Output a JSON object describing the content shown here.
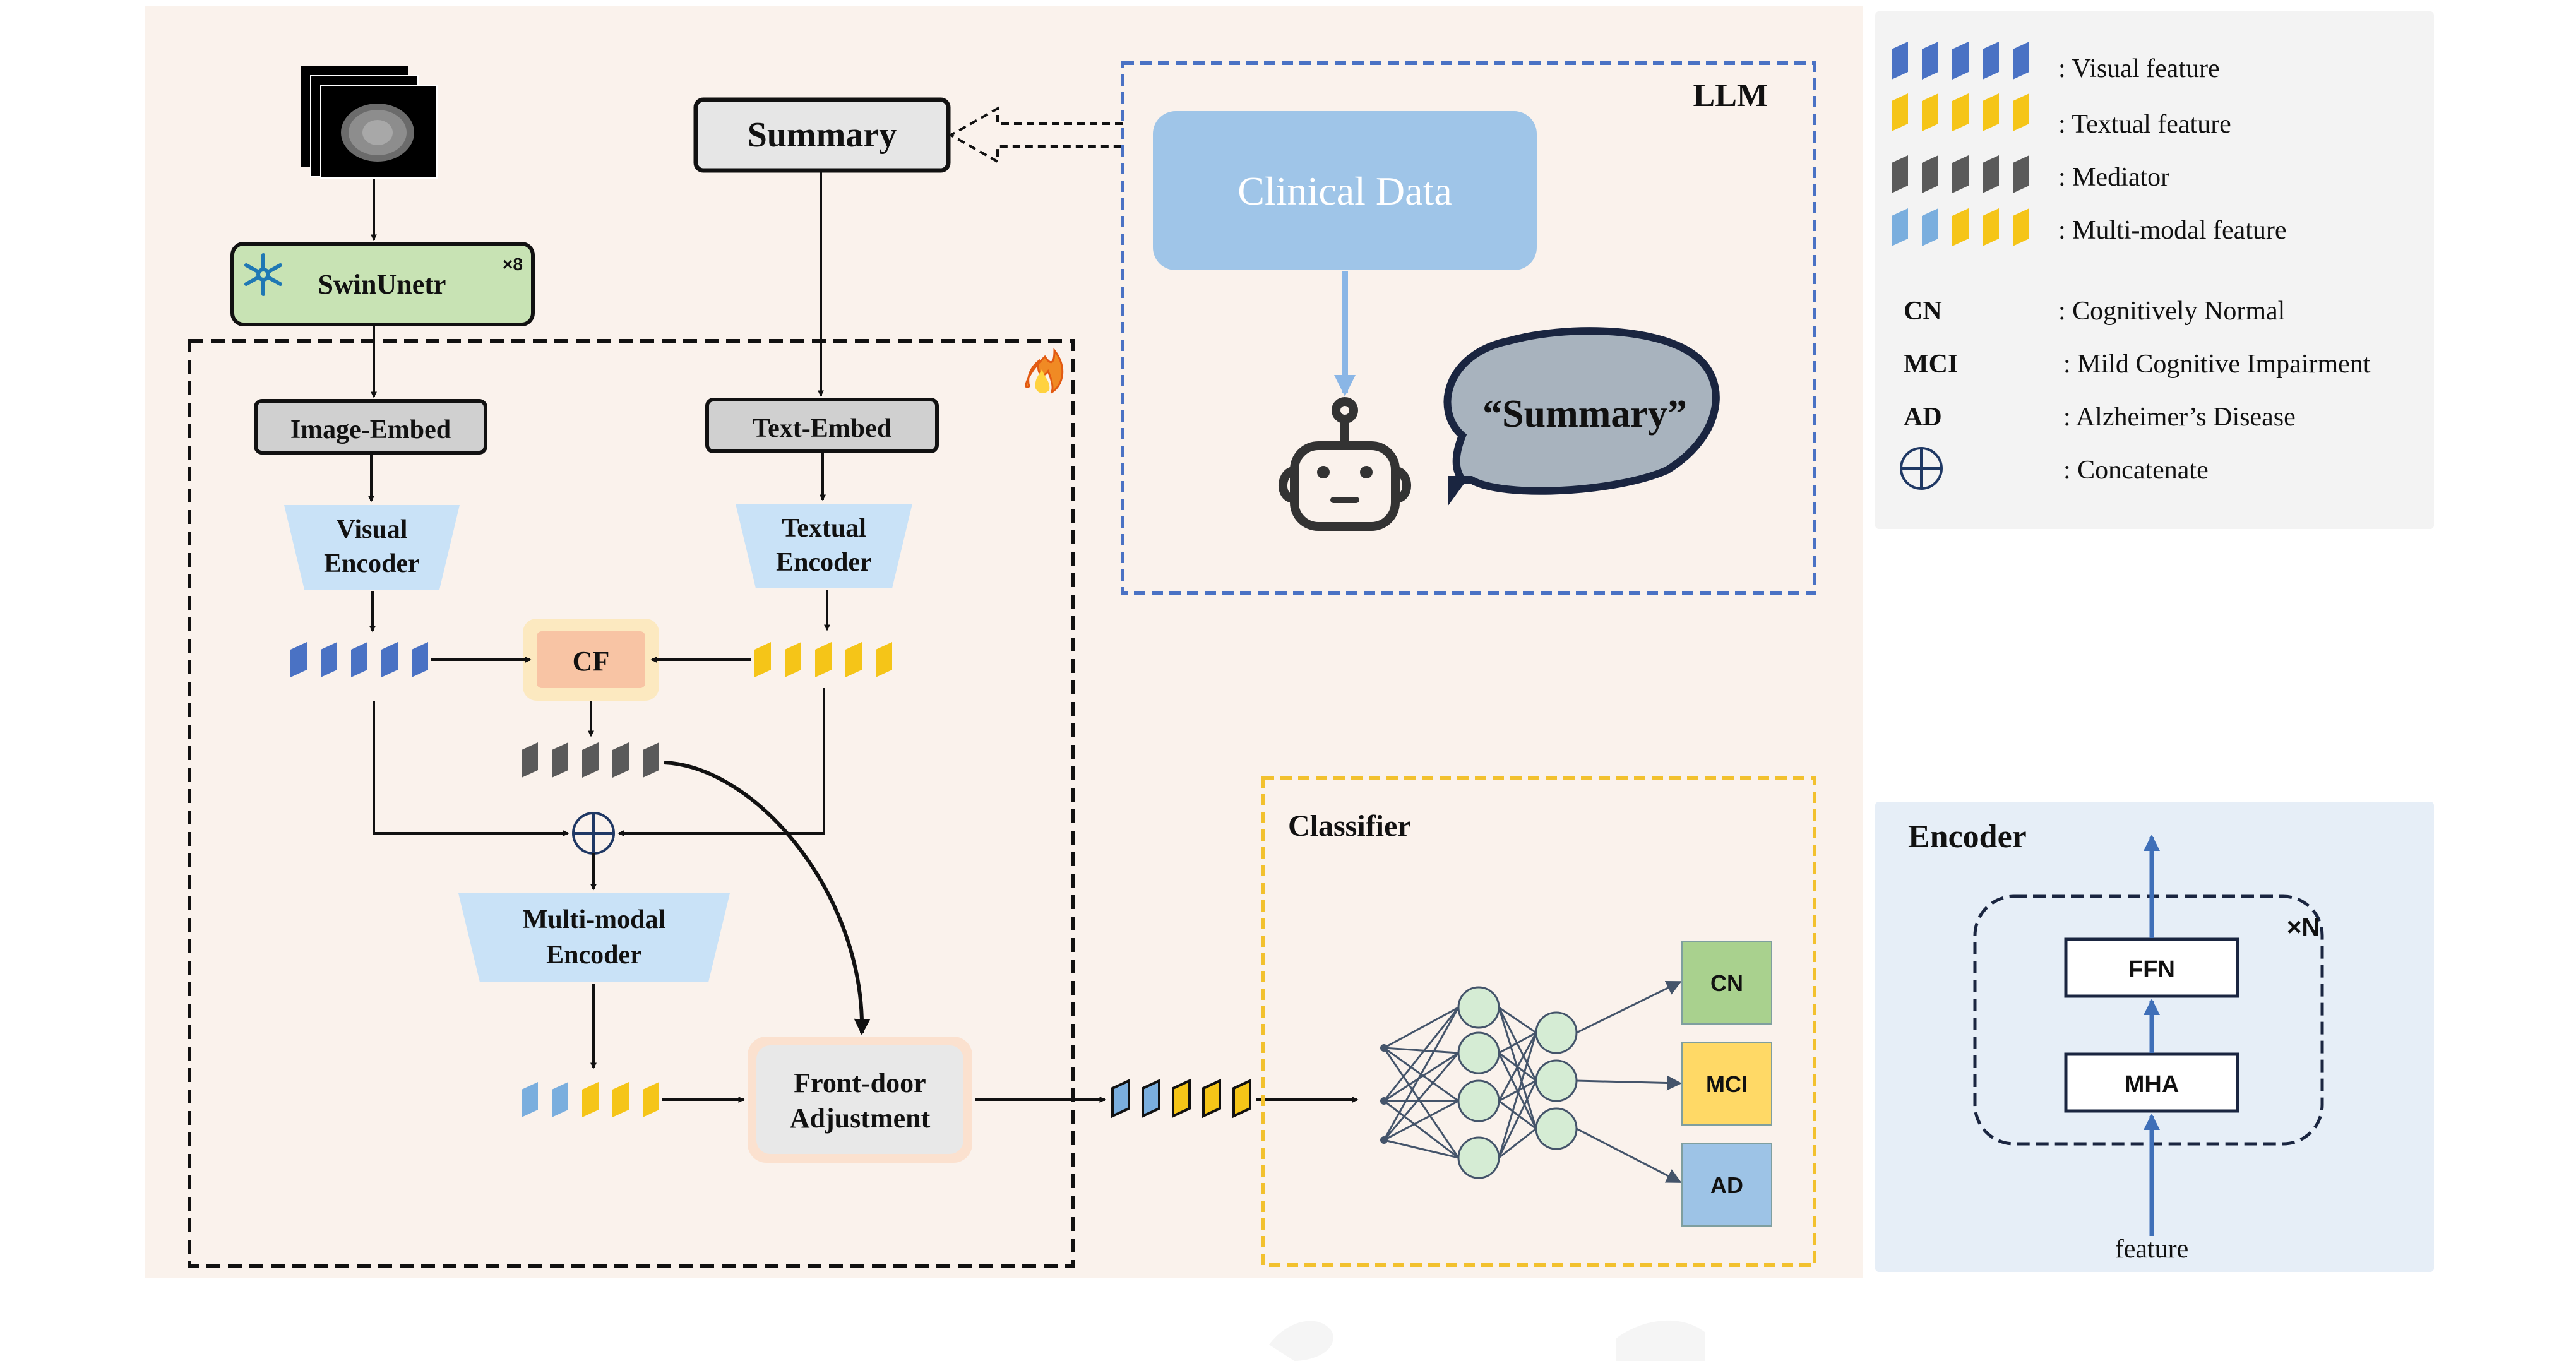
{
  "summary_box": {
    "label": "Summary"
  },
  "image_backbone": {
    "label": "SwinUnetr",
    "multiplier": "×8"
  },
  "image_embed": {
    "label": "Image-Embed"
  },
  "text_embed": {
    "label": "Text-Embed"
  },
  "visual_encoder": {
    "line1": "Visual",
    "line2": "Encoder"
  },
  "textual_encoder": {
    "line1": "Textual",
    "line2": "Encoder"
  },
  "cf": {
    "label": "CF"
  },
  "multimodal_encoder": {
    "line1": "Multi-modal",
    "line2": "Encoder"
  },
  "front_door": {
    "line1": "Front-door",
    "line2": "Adjustment"
  },
  "llm": {
    "title": "LLM",
    "clinical_data": "Clinical Data",
    "speech": "“Summary”"
  },
  "classifier": {
    "title": "Classifier",
    "classes": [
      "CN",
      "MCI",
      "AD"
    ]
  },
  "legend": {
    "features": [
      {
        "label": ": Visual feature"
      },
      {
        "label": ": Textual feature"
      },
      {
        "label": ": Mediator"
      },
      {
        "label": ": Multi-modal feature"
      }
    ],
    "abbreviations": [
      {
        "abbr": "CN",
        "label": ": Cognitively Normal"
      },
      {
        "abbr": "MCI",
        "label": ": Mild Cognitive Impairment"
      },
      {
        "abbr": "AD",
        "label": ": Alzheimer’s Disease"
      }
    ],
    "concat_label": ": Concatenate"
  },
  "encoder_panel": {
    "title": "Encoder",
    "repeat": "×N",
    "ffn": "FFN",
    "mha": "MHA",
    "input": "feature"
  },
  "colors": {
    "background_panel": "#faf2ec",
    "legend_panel": "#f3f3f3",
    "encoder_panel": "#e6eef7",
    "visual_feature": "#4a72c4",
    "textual_feature": "#f5c518",
    "mediator": "#5a5a5a",
    "multimodal_light": "#7aaede",
    "swin_fill": "#c8e3b4",
    "embed_fill": "#d0d0d0",
    "encoder_trapezoid": "#c9e2f7",
    "cf_fill": "#f8c4a4",
    "clinical_fill": "#9fc5e8",
    "speech_fill": "#a8b3be",
    "llm_border": "#4a72c4",
    "classifier_border": "#f2c12e",
    "cn_fill": "#a9d18e",
    "mci_fill": "#ffd966",
    "ad_fill": "#9dc3e6"
  }
}
